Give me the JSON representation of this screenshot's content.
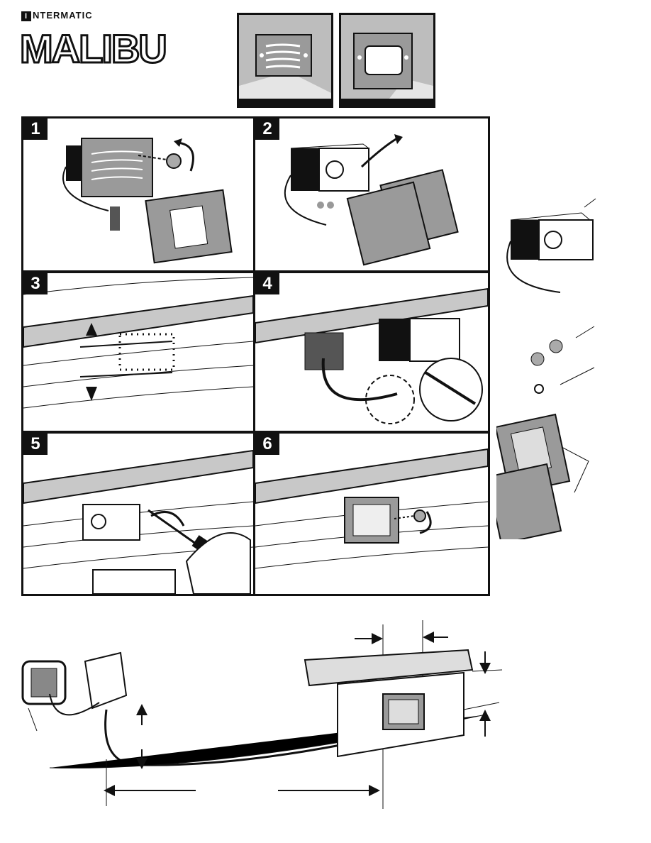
{
  "brand": {
    "maker": "NTERMATIC",
    "maker_initial": "I",
    "product_line": "MALIBU"
  },
  "steps": [
    {
      "number": "1"
    },
    {
      "number": "2"
    },
    {
      "number": "3"
    },
    {
      "number": "4"
    },
    {
      "number": "5"
    },
    {
      "number": "6"
    }
  ],
  "colors": {
    "ink": "#111111",
    "panel_gray": "#bdbdbd",
    "fixture_plate": "#9a9a9a",
    "wood_band": "#c8c8c8"
  }
}
